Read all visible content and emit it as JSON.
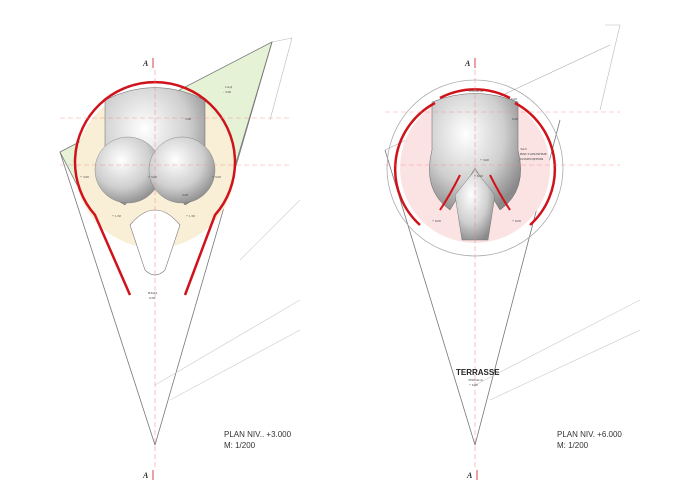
{
  "colors": {
    "wall": "#d0121b",
    "garden": "#e6f2d6",
    "stair": "#f8efd6",
    "terrace_zone": "#fbe3e3",
    "line": "#888888"
  },
  "section_marker": "A",
  "left_plan": {
    "title": "PLAN NIV.. +3.000",
    "scale": "M:  1/200",
    "labels": {
      "garden": "САД",
      "garden_level": "- 3.00",
      "level_left": "+ 3.00",
      "level_right": "+ 3.00",
      "level_center": "+ 3.00",
      "level_dome": "3.00",
      "level_top": "3.00",
      "step_left": "+ 1.50",
      "step_right": "+ 1.50",
      "entrance": "ВХОД",
      "entrance_level": "0.00"
    }
  },
  "right_plan": {
    "title": "PLAN NIV. +6.000",
    "scale": "M:  1/200",
    "labels": {
      "terrace_top": "ТЕРРАСА",
      "terrace_top_level": "+ 6.00",
      "level_top": "6.00",
      "zone": "ЗАЛ",
      "zone_line2": "ВЫСТАВОЧНЫЕ",
      "zone_line3": "ПОМЕЩЕНИЯ",
      "level_center": "+ 3.00",
      "level_center2": "+ 6.00",
      "level_left": "+ 6.00",
      "level_right": "+ 6.00",
      "terrace": "TERRASSE",
      "terrace_sub": "ТЕРРАСА",
      "terrace_level": "+ 6.00"
    }
  }
}
